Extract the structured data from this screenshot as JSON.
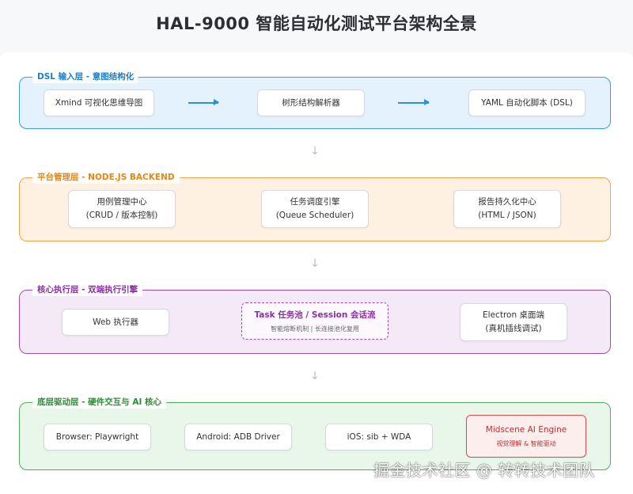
{
  "title": "HAL-9000 智能自动化测试平台架构全景",
  "watermark": "掘金技术社区 @ 转转技术团队",
  "layers": {
    "dsl": {
      "label": "DSL 输入层 - 意图结构化",
      "nodes": [
        "Xmind 可视化思维导图",
        "树形结构解析器",
        "YAML 自动化脚本 (DSL)"
      ]
    },
    "mgmt": {
      "label": "平台管理层 - NODE.JS BACKEND",
      "nodes": [
        {
          "main": "用例管理中心",
          "sub": "(CRUD / 版本控制)"
        },
        {
          "main": "任务调度引擎",
          "sub": "(Queue Scheduler)"
        },
        {
          "main": "报告持久化中心",
          "sub": "(HTML / JSON)"
        }
      ]
    },
    "core": {
      "label": "核心执行层 - 双端执行引擎",
      "nodes": [
        {
          "main": "Web 执行器"
        },
        {
          "main": "Task 任务池 / Session 会话流",
          "sub": "智能熔断机制 | 长连接池化复用"
        },
        {
          "main": "Electron 桌面端",
          "sub": "(真机插线调试)"
        }
      ]
    },
    "drv": {
      "label": "底层驱动层 - 硬件交互与 AI 核心",
      "nodes": [
        {
          "main": "Browser: Playwright"
        },
        {
          "main": "Android: ADB Driver"
        },
        {
          "main": "iOS: sib + WDA"
        },
        {
          "main": "Midscene AI Engine",
          "sub": "视觉理解 & 智能驱动"
        }
      ]
    }
  },
  "colors": {
    "dsl": "#3a9be0",
    "mgmt": "#f5a24a",
    "core": "#a24bb8",
    "drv": "#56ab5c",
    "ai": "#e04a4a"
  }
}
